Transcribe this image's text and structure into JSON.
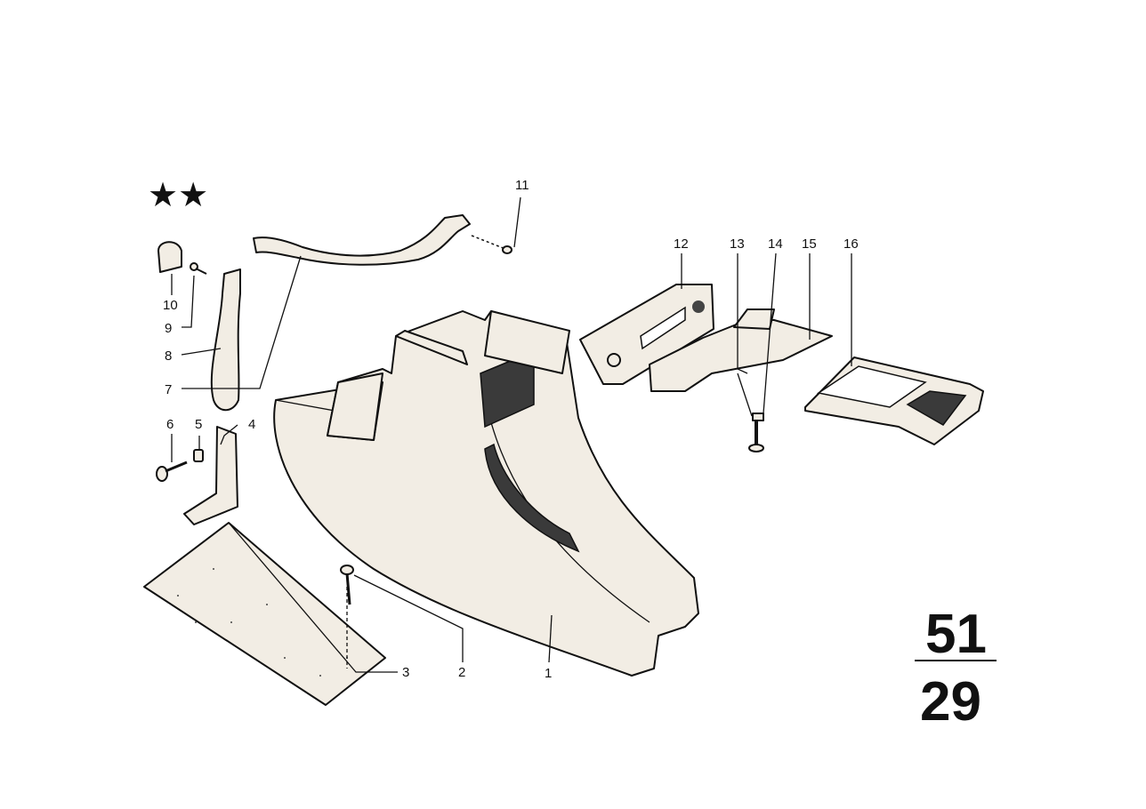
{
  "diagram": {
    "marker_symbols": "★★",
    "section_group": "51",
    "section_sub": "29",
    "callouts": [
      "1",
      "2",
      "3",
      "4",
      "5",
      "6",
      "7",
      "8",
      "9",
      "10",
      "11",
      "12",
      "13",
      "14",
      "15",
      "16"
    ]
  }
}
